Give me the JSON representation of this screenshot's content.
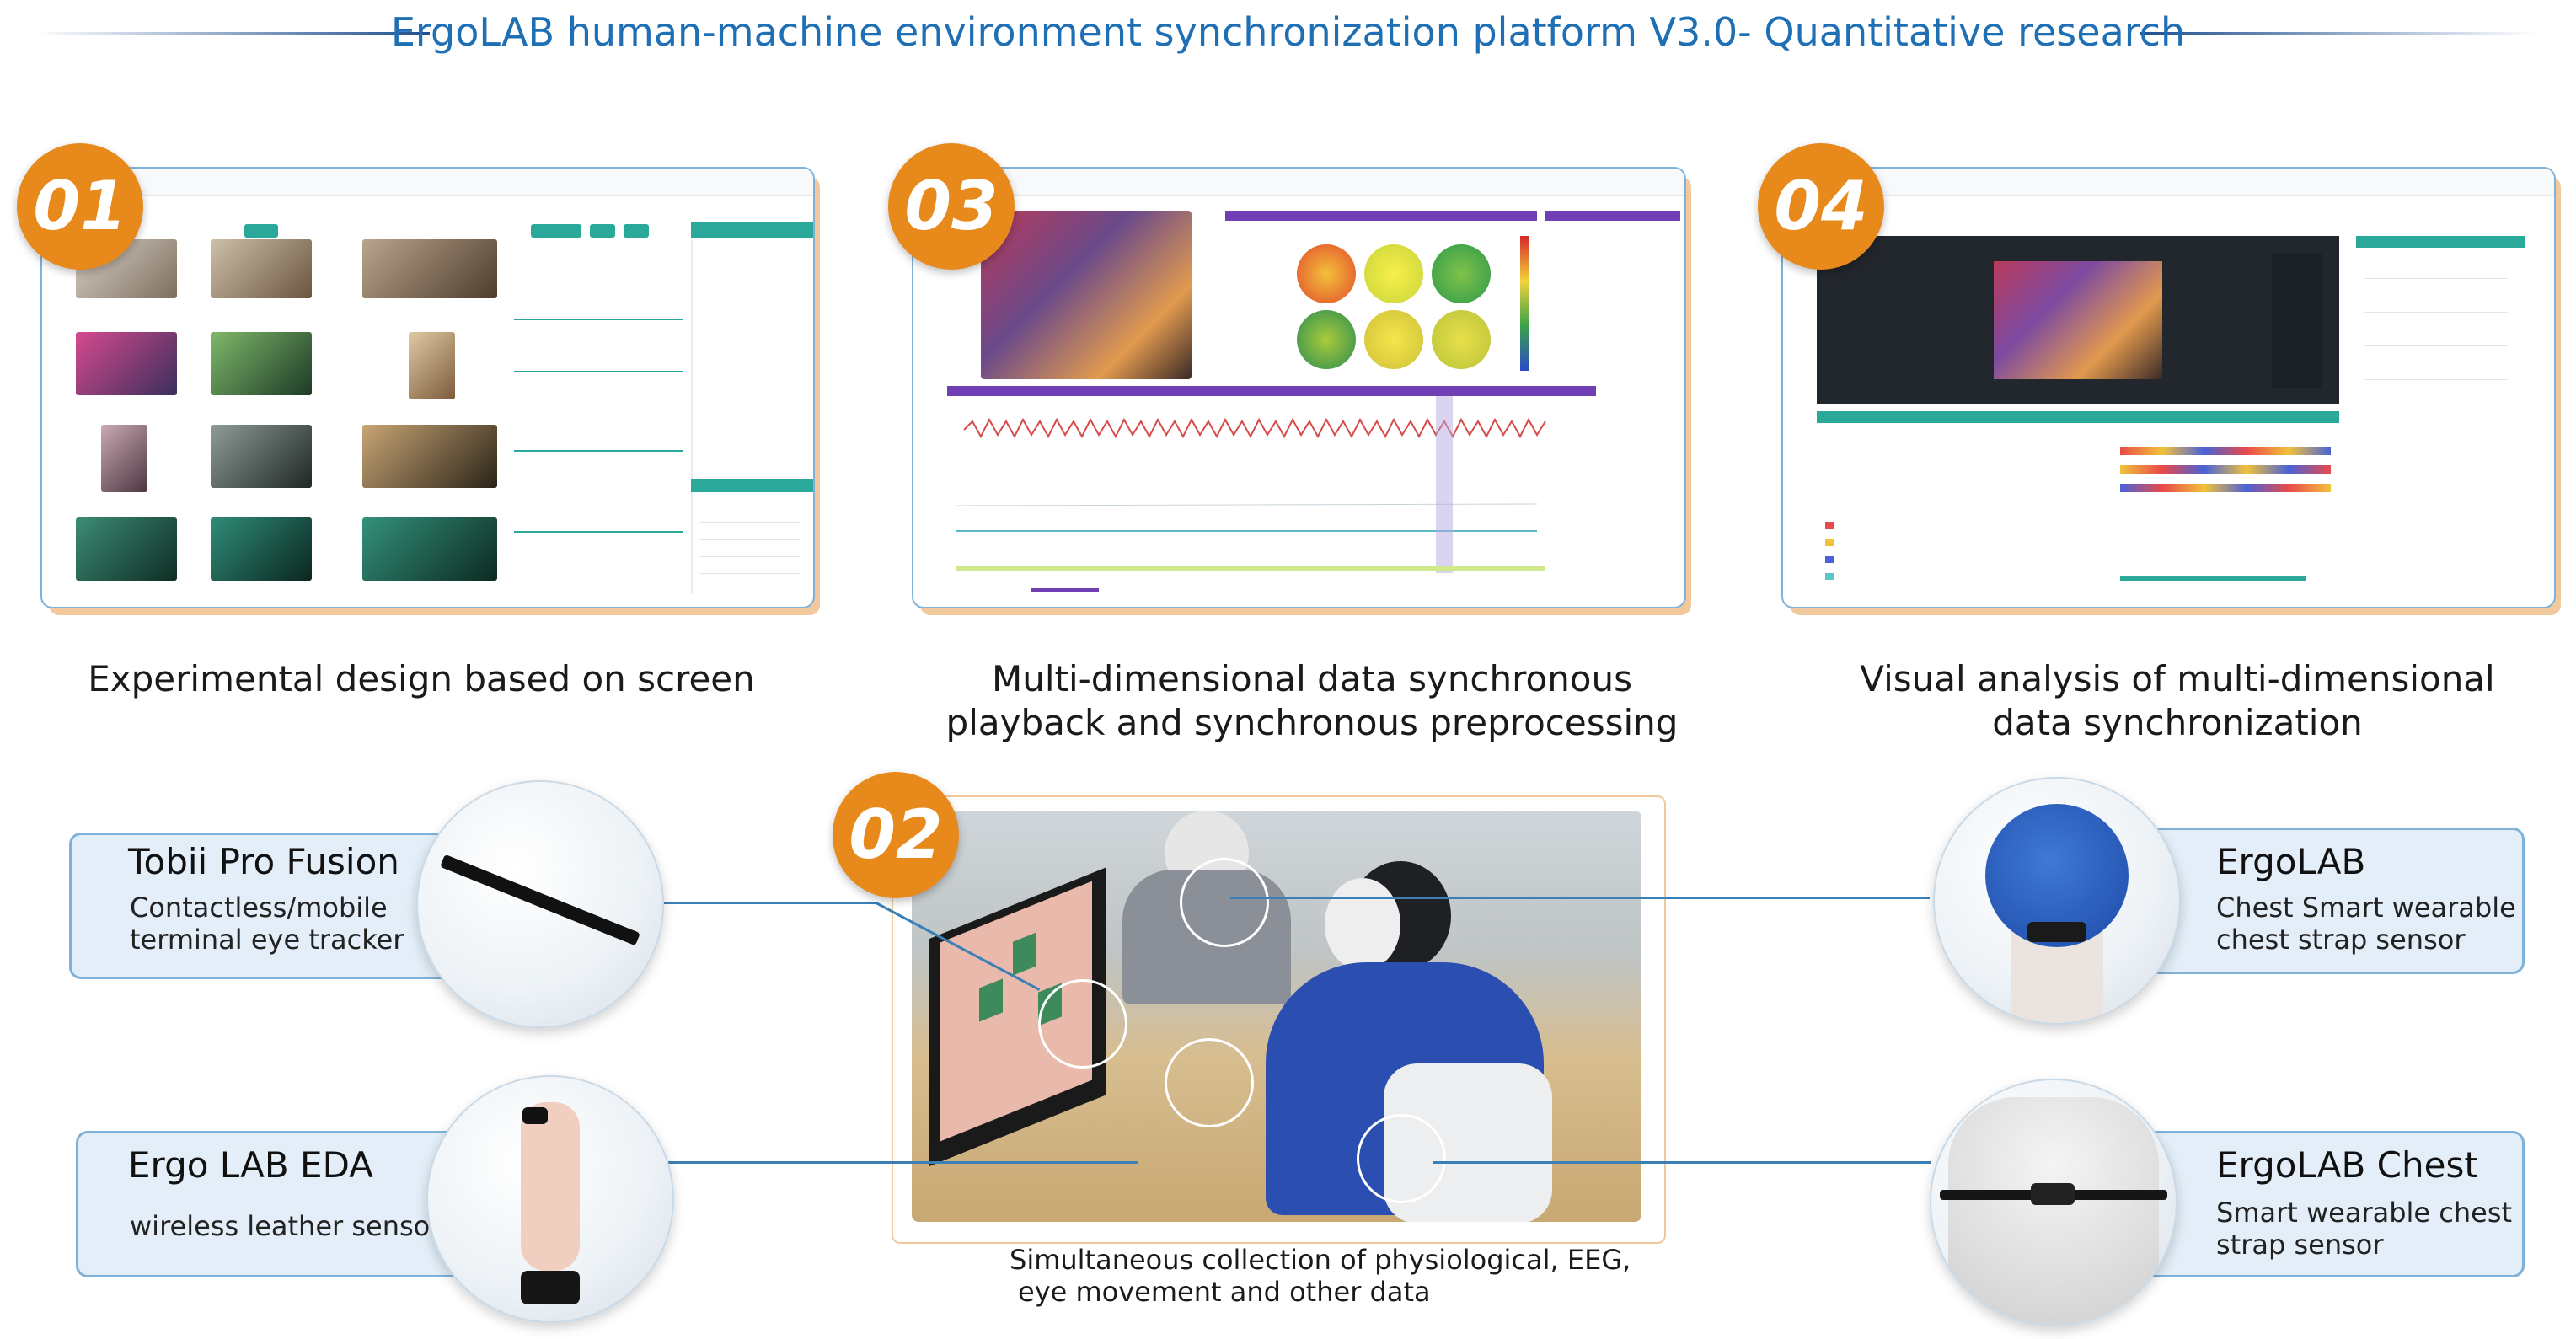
{
  "title": "ErgoLAB human-machine environment synchronization platform V3.0- Quantitative research",
  "badges": {
    "b01": "01",
    "b02": "02",
    "b03": "03",
    "b04": "04"
  },
  "captions": {
    "c01": "Experimental design based on screen",
    "c03_line1": "Multi-dimensional data synchronous",
    "c03_line2": "playback and synchronous preprocessing",
    "c04_line1": "Visual analysis of multi-dimensional",
    "c04_line2": "data synchronization",
    "c02_line1": "Simultaneous collection of physiological, EEG,",
    "c02_line2": "eye movement and other data"
  },
  "sensors": {
    "tobii": {
      "name": "Tobii Pro Fusion",
      "desc1": "Contactless/mobile",
      "desc2": "terminal eye tracker"
    },
    "eda": {
      "name": "Ergo LAB EDA",
      "desc1": "wireless leather sensor"
    },
    "eeg": {
      "name": "ErgoLAB",
      "desc1": "Chest Smart wearable",
      "desc2": "chest strap sensor"
    },
    "chest": {
      "name": "ErgoLAB Chest",
      "desc1": "Smart wearable chest",
      "desc2": "strap sensor"
    }
  },
  "colors": {
    "accent": "#1f6fb5",
    "badge": "#e8891c",
    "teal": "#2aa89a",
    "purple": "#6f3fb3",
    "panel_border": "#7fb2d8"
  }
}
